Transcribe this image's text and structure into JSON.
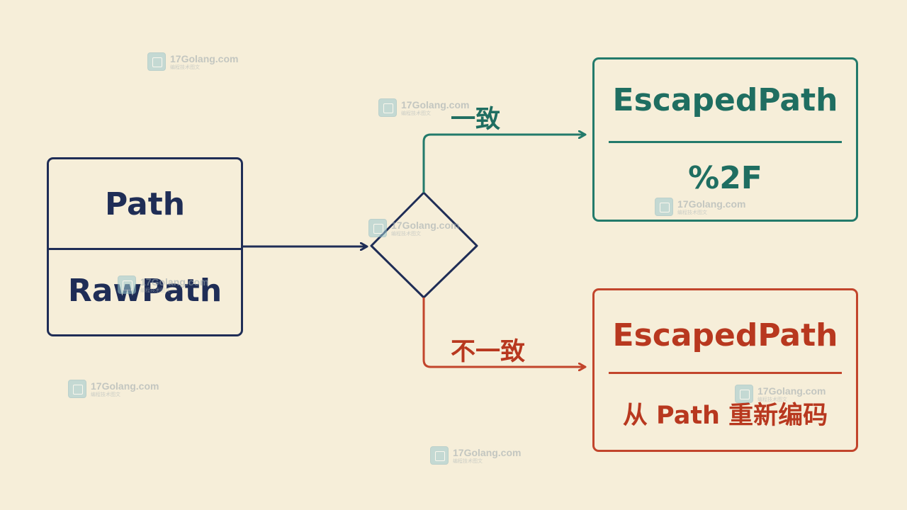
{
  "diagram": {
    "source": {
      "top": "Path",
      "bottom": "RawPath"
    },
    "branches": {
      "match": {
        "label": "一致",
        "title": "EscapedPath",
        "detail": "%2F"
      },
      "mismatch": {
        "label": "不一致",
        "title": "EscapedPath",
        "detail": "从 Path 重新编码"
      }
    }
  },
  "colors": {
    "background": "#f6eed9",
    "navy": "#1f2d56",
    "teal": "#237a6b",
    "red": "#c2452c"
  },
  "watermark": {
    "text": "17Golang.com",
    "subtext": "编程技术图文"
  }
}
